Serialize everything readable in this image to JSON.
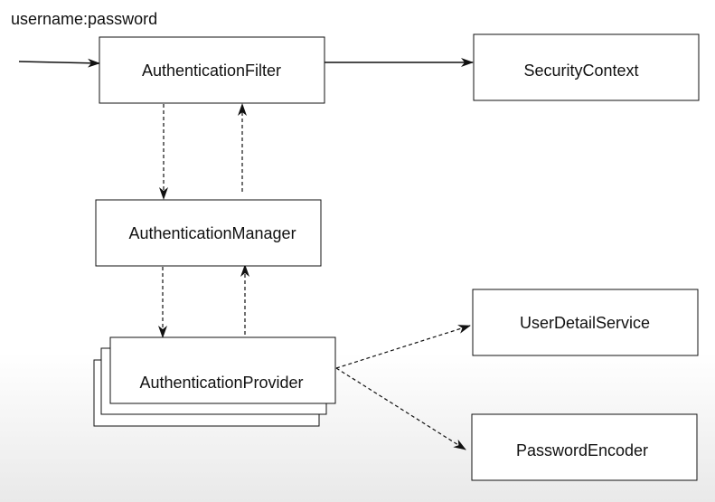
{
  "input_label": "username:password",
  "nodes": {
    "authentication_filter": "AuthenticationFilter",
    "security_context": "SecurityContext",
    "authentication_manager": "AuthenticationManager",
    "authentication_provider": "AuthenticationProvider",
    "user_detail_service": "UserDetailService",
    "password_encoder": "PasswordEncoder"
  },
  "edges": [
    {
      "from": "input",
      "to": "authentication_filter",
      "style": "solid"
    },
    {
      "from": "authentication_filter",
      "to": "security_context",
      "style": "solid"
    },
    {
      "from": "authentication_filter",
      "to": "authentication_manager",
      "style": "dashed"
    },
    {
      "from": "authentication_manager",
      "to": "authentication_filter",
      "style": "dashed"
    },
    {
      "from": "authentication_manager",
      "to": "authentication_provider",
      "style": "dashed"
    },
    {
      "from": "authentication_provider",
      "to": "authentication_manager",
      "style": "dashed"
    },
    {
      "from": "authentication_provider",
      "to": "user_detail_service",
      "style": "dashed"
    },
    {
      "from": "authentication_provider",
      "to": "password_encoder",
      "style": "dashed"
    }
  ],
  "colors": {
    "stroke": "#111111",
    "box_fill": "#ffffff",
    "background_bottom": "#e9e9e9"
  }
}
